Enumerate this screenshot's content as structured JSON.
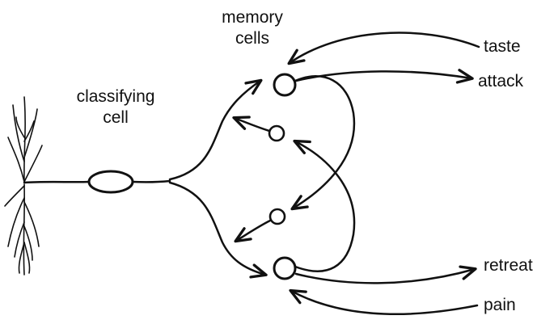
{
  "labels": {
    "memory_cells_line1": "memory",
    "memory_cells_line2": "cells",
    "classifying_line1": "classifying",
    "classifying_line2": "cell",
    "taste": "taste",
    "attack": "attack",
    "retreat": "retreat",
    "pain": "pain"
  },
  "colors": {
    "ink": "#111111",
    "background": "#ffffff"
  }
}
